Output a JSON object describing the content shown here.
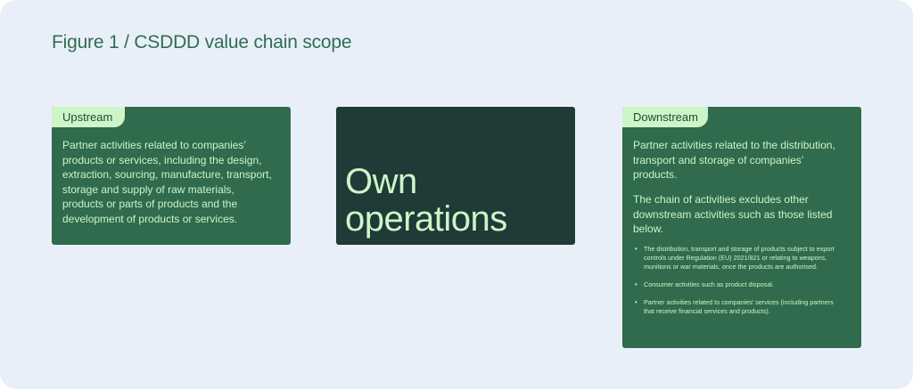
{
  "figure": {
    "title": "Figure 1 / CSDDD value chain scope"
  },
  "upstream": {
    "label": "Upstream",
    "text": "Partner activities related to companies’ products or services, including the design, extraction, sourcing, manufacture, transport, storage and supply of raw materials, products or parts of products and the development of products or services."
  },
  "own_operations": {
    "label": "Own operations"
  },
  "downstream": {
    "label": "Downstream",
    "text_1": "Partner activities related to the distribution, transport and storage of companies’ products.",
    "text_2": "The chain of activities excludes other downstream activities such as those listed below.",
    "bullets": [
      "The distribution, transport and storage of products subject to export controls under Regulation (EU) 2021/821 or relating to weapons, munitions or war materials, once the products are authorised.",
      "Consumer activities such as product disposal.",
      "Partner activities related to companies’ services (including partners that receive financial services and products)."
    ]
  },
  "colors": {
    "background": "#e9eff8",
    "title": "#2f6e52",
    "box_green": "#2f6b4c",
    "box_dark": "#1f3a37",
    "accent_light_green": "#cdf5c8"
  }
}
